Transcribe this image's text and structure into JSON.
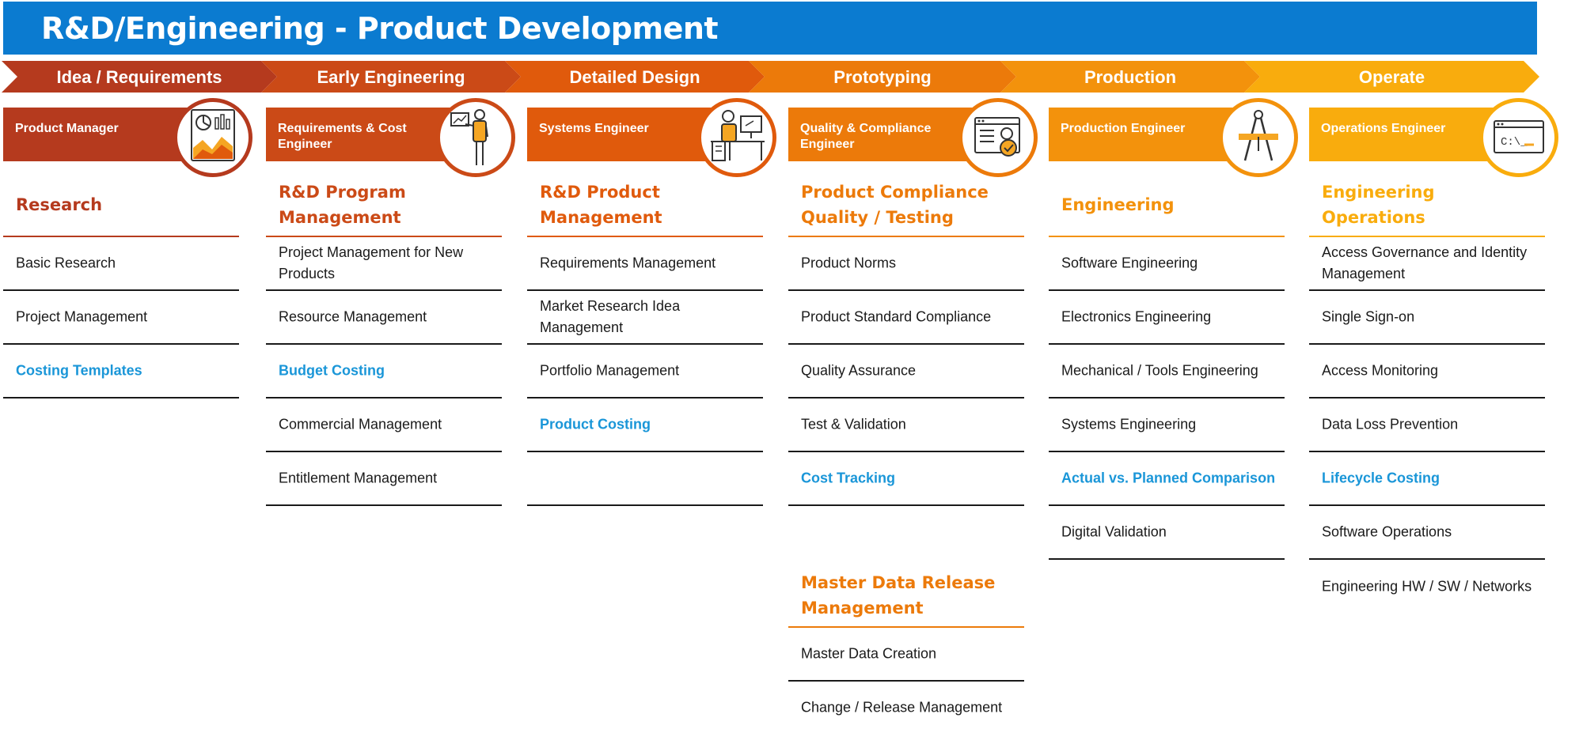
{
  "title": "R&D/Engineering - Product Development",
  "colors": {
    "title_bg": "#0b7bd0",
    "link": "#1a96d8",
    "phases": [
      "#b53a1e",
      "#cb4a17",
      "#e05a0c",
      "#ec7a0a",
      "#f3920c",
      "#f9ac0d"
    ]
  },
  "phases": [
    {
      "label": "Idea / Requirements"
    },
    {
      "label": "Early Engineering"
    },
    {
      "label": "Detailed Design"
    },
    {
      "label": "Prototyping"
    },
    {
      "label": "Production"
    },
    {
      "label": "Operate"
    }
  ],
  "columns": [
    {
      "role": "Product Manager",
      "icon": "chart-report-icon",
      "color": "#b53a1e",
      "section": {
        "title": "Research"
      },
      "items": [
        {
          "label": "Basic Research"
        },
        {
          "label": "Project Management"
        },
        {
          "label": "Costing Templates",
          "highlight": true
        }
      ]
    },
    {
      "role": "Requirements & Cost Engineer",
      "icon": "presenter-icon",
      "color": "#cb4a17",
      "section": {
        "title": "R&D Program Management"
      },
      "items": [
        {
          "label": "Project Management for New Products"
        },
        {
          "label": "Resource Management"
        },
        {
          "label": "Budget Costing",
          "highlight": true
        },
        {
          "label": "Commercial Management"
        },
        {
          "label": "Entitlement Management"
        }
      ]
    },
    {
      "role": "Systems Engineer",
      "icon": "engineer-desk-icon",
      "color": "#e05a0c",
      "section": {
        "title": "R&D Product Management"
      },
      "items": [
        {
          "label": "Requirements Management"
        },
        {
          "label": "Market Research Idea Management"
        },
        {
          "label": "Portfolio Management"
        },
        {
          "label": "Product Costing",
          "highlight": true
        },
        {
          "label": ""
        }
      ]
    },
    {
      "role": "Quality & Compliance Engineer",
      "icon": "checklist-icon",
      "color": "#ec7a0a",
      "section": {
        "title": "Product Compliance Quality / Testing"
      },
      "items": [
        {
          "label": "Product Norms"
        },
        {
          "label": "Product Standard Compliance"
        },
        {
          "label": "Quality Assurance"
        },
        {
          "label": "Test & Validation"
        },
        {
          "label": "Cost Tracking",
          "highlight": true
        }
      ],
      "section2": {
        "title": "Master Data Release Management"
      },
      "items2": [
        {
          "label": "Master Data Creation"
        },
        {
          "label": "Change / Release Management"
        }
      ]
    },
    {
      "role": "Production Engineer",
      "icon": "compass-icon",
      "color": "#f3920c",
      "section": {
        "title": "Engineering"
      },
      "items": [
        {
          "label": "Software Engineering"
        },
        {
          "label": "Electronics Engineering"
        },
        {
          "label": "Mechanical / Tools Engineering"
        },
        {
          "label": "Systems Engineering"
        },
        {
          "label": "Actual vs. Planned Comparison",
          "highlight": true
        },
        {
          "label": "Digital Validation"
        }
      ]
    },
    {
      "role": "Operations Engineer",
      "icon": "terminal-icon",
      "color": "#f9ac0d",
      "section": {
        "title": "Engineering Operations"
      },
      "items": [
        {
          "label": "Access Governance and Identity Management"
        },
        {
          "label": "Single Sign-on"
        },
        {
          "label": "Access Monitoring"
        },
        {
          "label": "Data Loss Prevention"
        },
        {
          "label": "Lifecycle Costing",
          "highlight": true
        },
        {
          "label": "Software Operations"
        },
        {
          "label": "Engineering HW / SW / Networks"
        }
      ],
      "terminal_text": "C:\\_"
    }
  ]
}
